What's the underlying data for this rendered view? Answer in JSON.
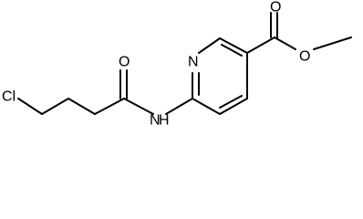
{
  "structure": {
    "atoms": {
      "chlorine": "Cl",
      "amide_nitrogen": "N",
      "amide_hydrogen": "H",
      "amide_oxygen": "O",
      "ring_nitrogen": "N",
      "carbonyl_oxygen": "O",
      "ester_oxygen": "O"
    }
  }
}
